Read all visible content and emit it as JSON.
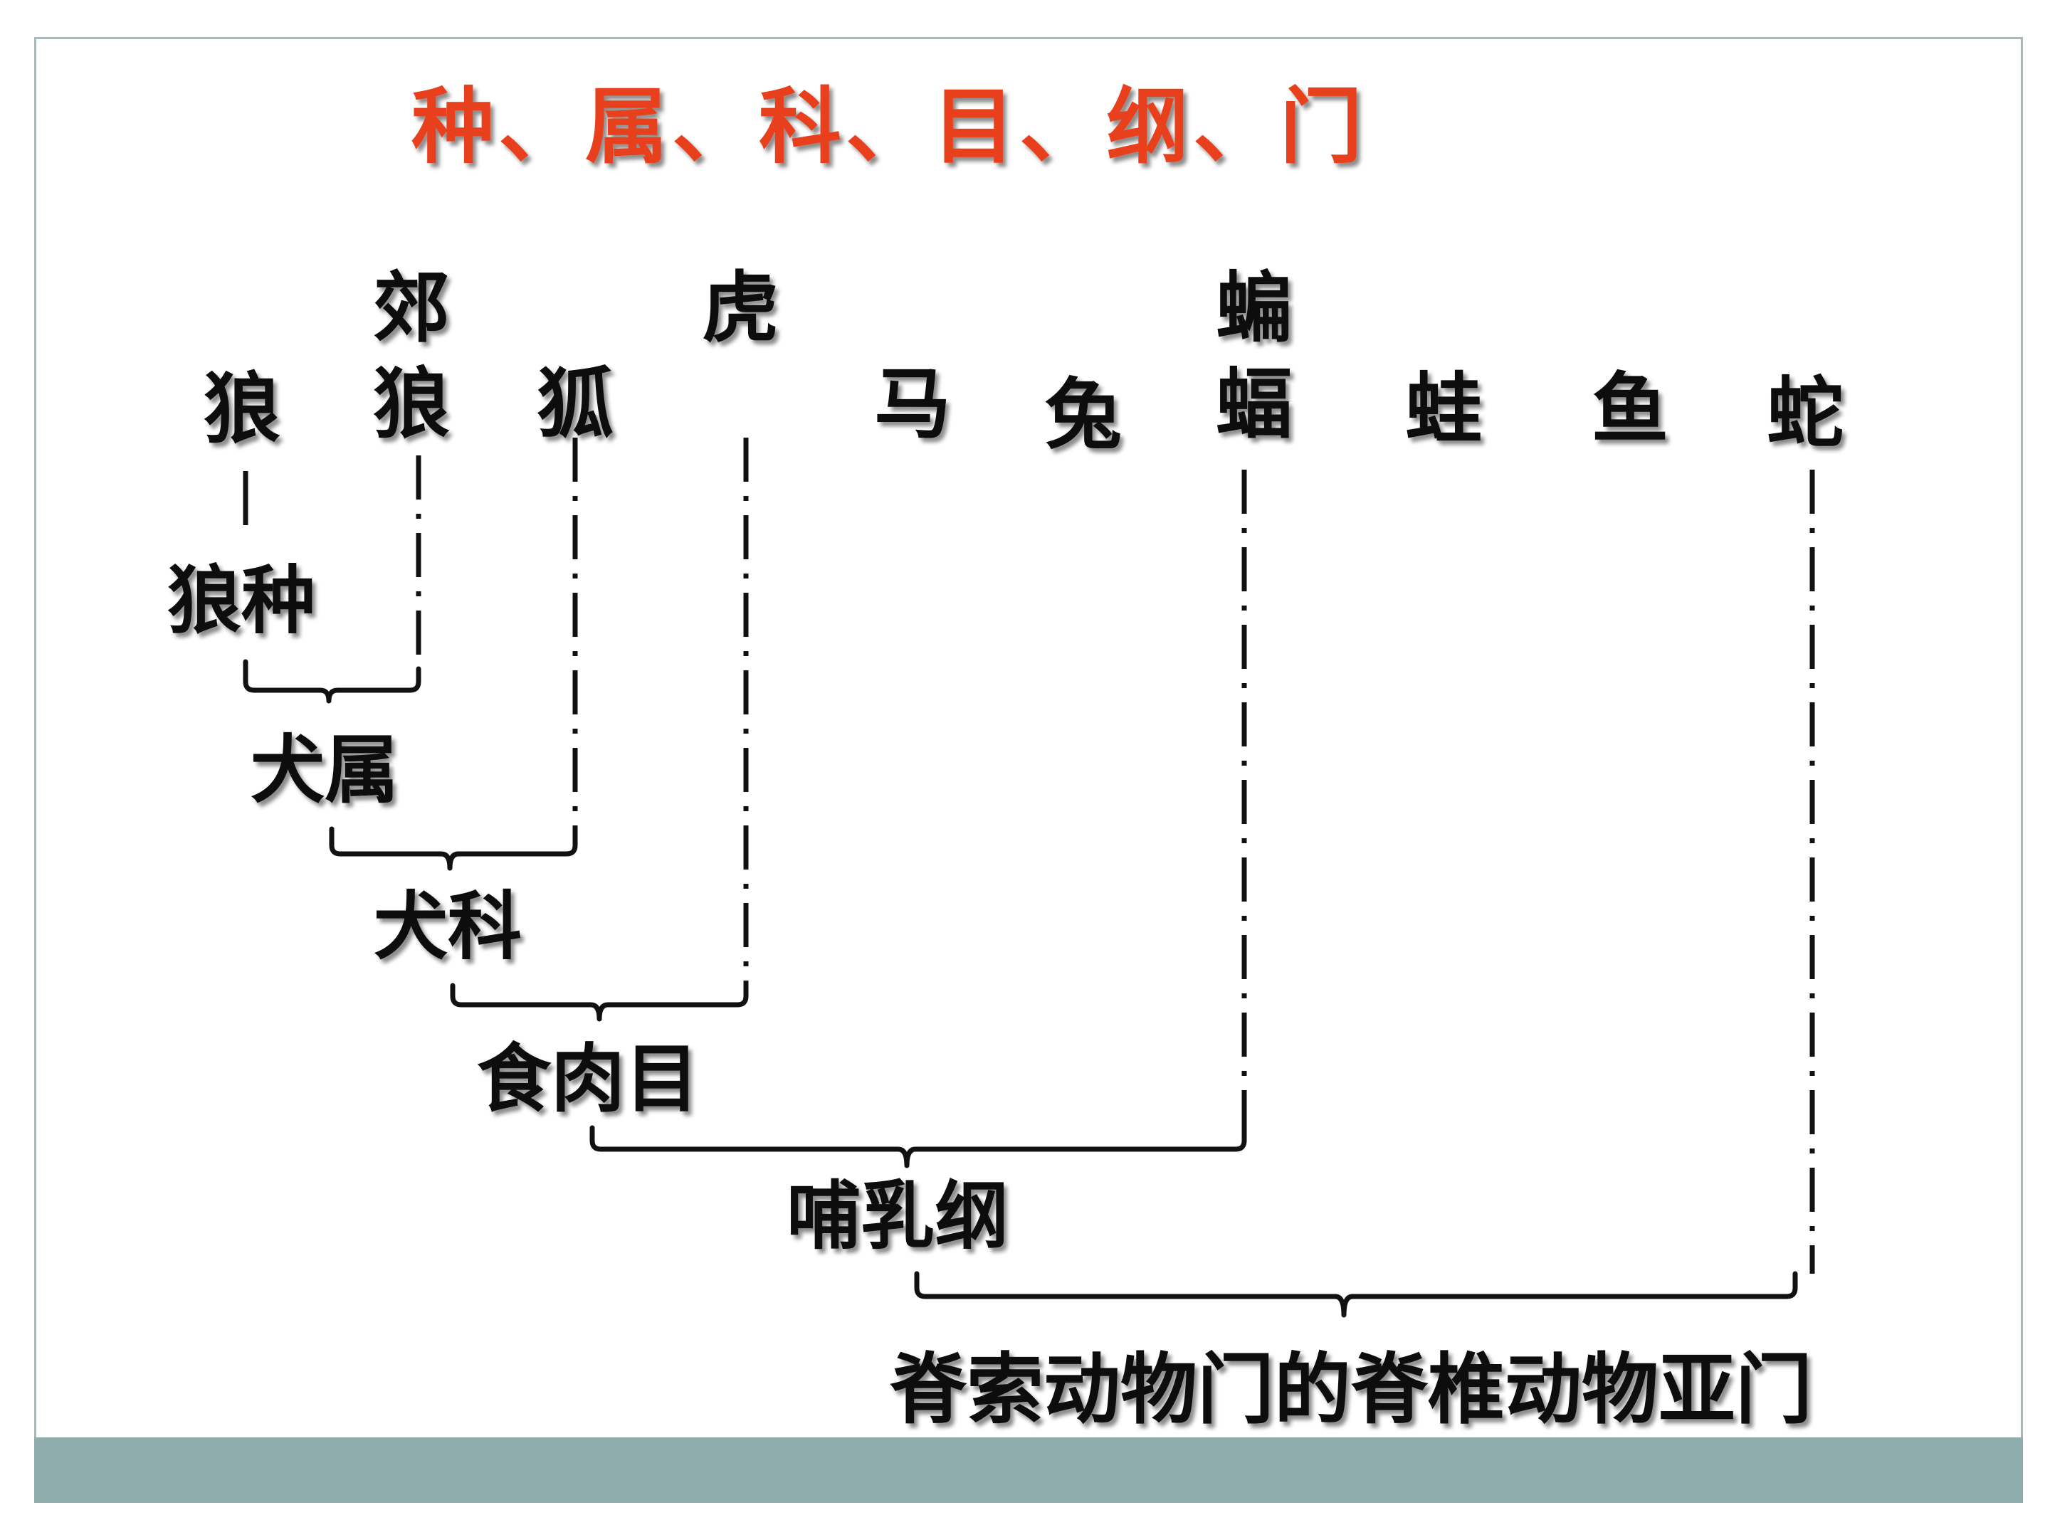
{
  "title": "种、属、科、目、纲、门",
  "colors": {
    "title": "#e8401c",
    "text": "#111111",
    "frame_border": "#a9b9b9",
    "footer_band": "#8fadad"
  },
  "animals": {
    "wolf": "狼",
    "coyote_top": "郊",
    "coyote_bottom": "狼",
    "fox": "狐",
    "tiger": "虎",
    "horse": "马",
    "rabbit": "兔",
    "bat_top": "蝙",
    "bat_bottom": "蝠",
    "frog": "蛙",
    "fish": "鱼",
    "snake": "蛇"
  },
  "ranks": {
    "species": "狼种",
    "genus": "犬属",
    "family": "犬科",
    "order": "食肉目",
    "class": "哺乳纲",
    "phylum": "脊索动物门的脊椎动物亚门"
  }
}
